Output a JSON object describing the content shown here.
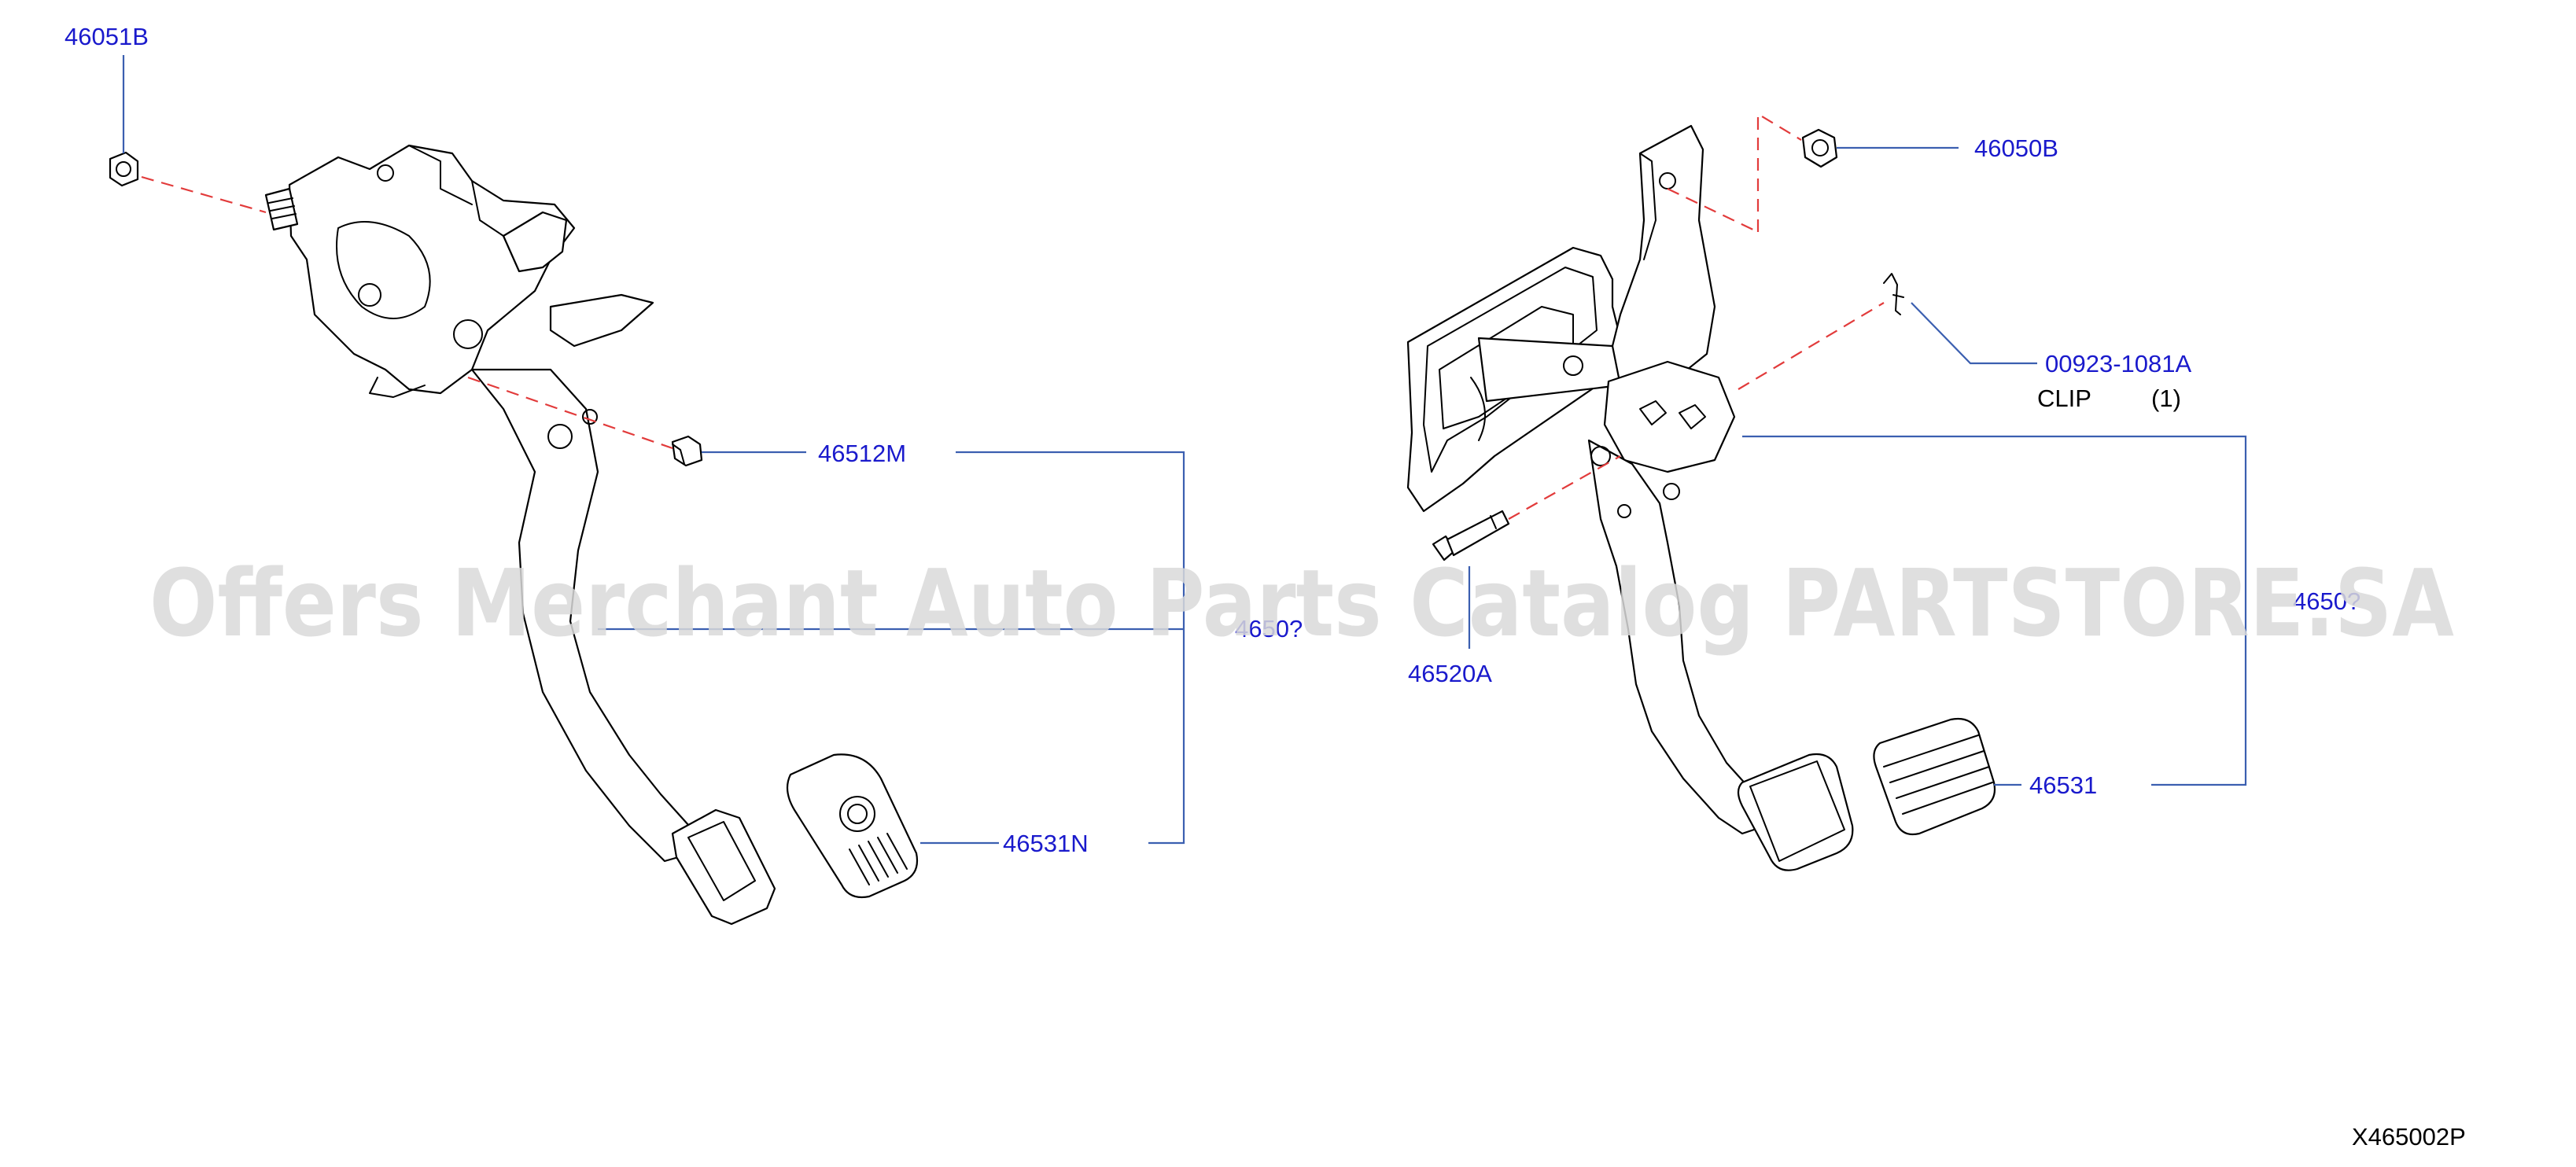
{
  "colors": {
    "label": "#1a1acc",
    "leader": "#3b5fb0",
    "dash": "#e23b3b",
    "line": "#000000",
    "watermark": "#d9d9d9"
  },
  "labels": {
    "p46051B": "46051B",
    "p46512M": "46512M",
    "p4650x_left": "4650?",
    "p46531N": "46531N",
    "p46050B": "46050B",
    "p00923": "00923-1081A",
    "clip_text": "CLIP",
    "clip_qty": "(1)",
    "p4650x_right": "4650?",
    "p46520A": "46520A",
    "p46531": "46531"
  },
  "watermark": "Offers Merchant Auto Parts Catalog PARTSTORE.SA",
  "figure_code": "X465002P"
}
